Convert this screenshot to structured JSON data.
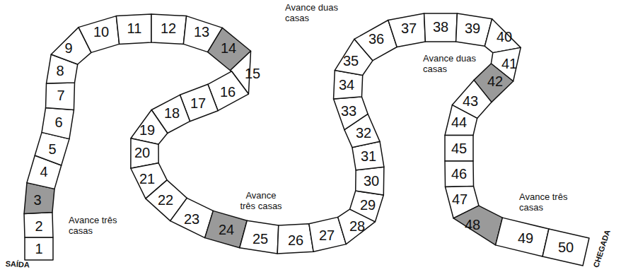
{
  "diagram": {
    "nodes": [
      {
        "text": [
          "1"
        ]
      },
      {
        "text": [
          "2"
        ]
      },
      {
        "text": [
          "3"
        ]
      },
      {
        "text": [
          "4"
        ]
      },
      {
        "text": [
          "5"
        ]
      },
      {
        "text": [
          "6"
        ]
      },
      {
        "text": [
          "7"
        ]
      },
      {
        "text": [
          "8"
        ]
      },
      {
        "text": [
          "9"
        ]
      },
      {
        "text": [
          "10"
        ]
      },
      {
        "text": [
          "11"
        ]
      },
      {
        "text": [
          "12"
        ]
      },
      {
        "text": [
          "13"
        ]
      },
      {
        "text": [
          "14"
        ]
      },
      {
        "text": [
          "15"
        ]
      },
      {
        "text": [
          "16"
        ]
      },
      {
        "text": [
          "17"
        ]
      },
      {
        "text": [
          "18"
        ]
      },
      {
        "text": [
          "19"
        ]
      },
      {
        "text": [
          "20"
        ]
      },
      {
        "text": [
          "21"
        ]
      },
      {
        "text": [
          "22"
        ]
      },
      {
        "text": [
          "23"
        ]
      },
      {
        "text": [
          "24"
        ]
      },
      {
        "text": [
          "25"
        ]
      },
      {
        "text": [
          "26"
        ]
      },
      {
        "text": [
          "27"
        ]
      },
      {
        "text": [
          "28"
        ]
      },
      {
        "text": [
          "29"
        ]
      },
      {
        "text": [
          "30"
        ]
      },
      {
        "text": [
          "31"
        ]
      },
      {
        "text": [
          "32"
        ]
      },
      {
        "text": [
          "33"
        ]
      },
      {
        "text": [
          "34"
        ]
      },
      {
        "text": [
          "35"
        ]
      },
      {
        "text": [
          "36"
        ]
      },
      {
        "text": [
          "37"
        ]
      },
      {
        "text": [
          "38"
        ]
      },
      {
        "text": [
          "39"
        ]
      },
      {
        "text": [
          "40"
        ]
      },
      {
        "text": [
          "41"
        ]
      },
      {
        "text": [
          "42"
        ]
      },
      {
        "text": [
          "43"
        ]
      },
      {
        "text": [
          "44"
        ]
      },
      {
        "text": [
          "45"
        ]
      },
      {
        "text": [
          "46"
        ]
      },
      {
        "text": [
          "47"
        ]
      },
      {
        "text": [
          "48"
        ]
      },
      {
        "text": [
          "49"
        ]
      },
      {
        "text": [
          "50"
        ]
      }
    ],
    "labels": [
      "SAÍDA",
      "Avance três casas",
      "Avance duas casas",
      "Avance três casas",
      "Avance duas casas",
      "Avance três casas",
      "CHEGADA"
    ]
  }
}
